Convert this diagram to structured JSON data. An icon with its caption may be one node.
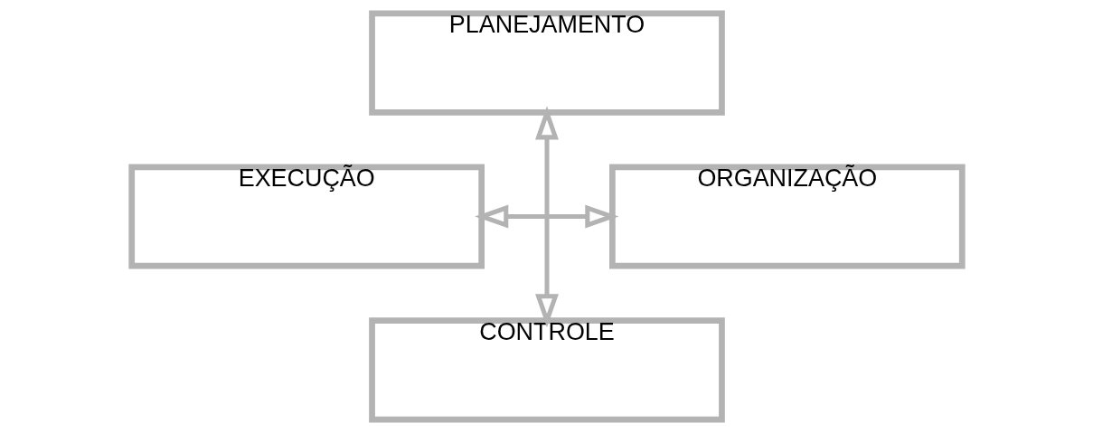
{
  "diagram": {
    "nodes": [
      {
        "text": [
          "PLANEJAMENTO"
        ]
      },
      {
        "text": [
          "EXECUÇÃO"
        ]
      },
      {
        "text": [
          "ORGANIZAÇÃO"
        ]
      },
      {
        "text": [
          "CONTROLE"
        ]
      }
    ],
    "edges": [
      {
        "from": 0,
        "to": 3,
        "arrow": "both"
      },
      {
        "from": 1,
        "to": 2,
        "arrow": "both"
      }
    ]
  }
}
